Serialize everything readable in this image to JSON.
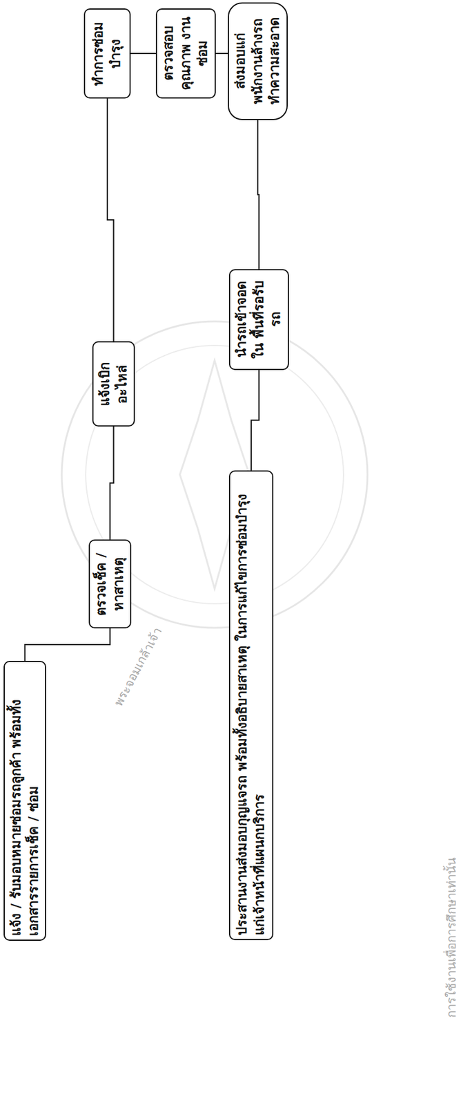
{
  "diagram": {
    "nodes": [
      {
        "text": [
          "แจ้ง / รับมอบหมายซ่อมรถลูกค้า พร้อมทั้งเอกสารรายการเช็ค / ซ่อม"
        ]
      },
      {
        "text": [
          "ตรวจเช็ค / หาสาเหตุ"
        ]
      },
      {
        "text": [
          "แจ้งเบิกอะไหล่"
        ]
      },
      {
        "text": [
          "ทำการซ่อมบำรุง"
        ]
      },
      {
        "text": [
          "ตรวจสอบคุณภาพ งานซ่อม"
        ]
      },
      {
        "text": [
          "ส่งมอบแก่ พนักงานล้างรถ ทำความสะอาด"
        ]
      },
      {
        "text": [
          "นำรถเข้าจอดใน พื้นที่รอรับรถ"
        ]
      },
      {
        "text": [
          "ประสานงานส่งมอบกุญแจรถ พร้อมทั้งอธิบายสาเหตุ ในการแก้ไขการซ่อมบำรุง แก่เจ้าหน้าที่แผนกบริการ"
        ]
      }
    ],
    "edges": [
      {
        "from": 0,
        "to": 1,
        "arrow": "none"
      },
      {
        "from": 1,
        "to": 2,
        "arrow": "none"
      },
      {
        "from": 2,
        "to": 3,
        "arrow": "none"
      },
      {
        "from": 3,
        "to": 4,
        "arrow": "none"
      },
      {
        "from": 4,
        "to": 5,
        "arrow": "none"
      },
      {
        "from": 5,
        "to": 6,
        "arrow": "none"
      },
      {
        "from": 6,
        "to": 7,
        "arrow": "none"
      }
    ],
    "labels": [
      "พระจอมเกล้าเจ้า",
      "การใช้งานเพื่อการศึกษาเท่านั้น"
    ]
  }
}
